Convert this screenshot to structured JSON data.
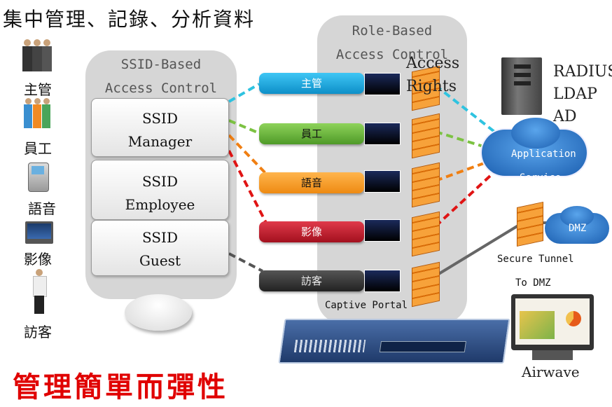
{
  "title": "集中管理、記錄、分析資料",
  "categories": [
    "主管",
    "員工",
    "語音",
    "影像",
    "訪客"
  ],
  "ssid_panel": {
    "title_line1": "SSID-Based",
    "title_line2": "Access Control",
    "boxes": [
      {
        "line1": "SSID",
        "line2": "Manager"
      },
      {
        "line1": "SSID",
        "line2": "Employee"
      },
      {
        "line1": "SSID",
        "line2": "Guest"
      }
    ]
  },
  "role_panel": {
    "title_line1": "Role-Based",
    "title_line2": "Access Control",
    "roles": [
      {
        "label": "主管",
        "color": "#1aa7df"
      },
      {
        "label": "員工",
        "color": "#6cb33f"
      },
      {
        "label": "語音",
        "color": "#f39a1e"
      },
      {
        "label": "影像",
        "color": "#c8102e"
      },
      {
        "label": "訪客",
        "color": "#3a3a3a"
      }
    ],
    "captive_portal": "Captive Portal"
  },
  "access_rights": {
    "line1": "Access",
    "line2": "Rights"
  },
  "auth_servers": [
    "RADIUS",
    "LDAP",
    "AD"
  ],
  "application_cloud": {
    "line1": "Application",
    "line2": "Service"
  },
  "dmz_cloud": "DMZ",
  "secure_tunnel": {
    "line1": "Secure Tunnel",
    "line2": "To  DMZ"
  },
  "airwave": "Airwave",
  "slogan": "管理簡單而彈性",
  "colors": {
    "cyan": "#2fc3e0",
    "green": "#7cc242",
    "orange": "#f07f12",
    "red": "#e01414",
    "gray": "#555555",
    "panel": "#d6d6d6"
  }
}
